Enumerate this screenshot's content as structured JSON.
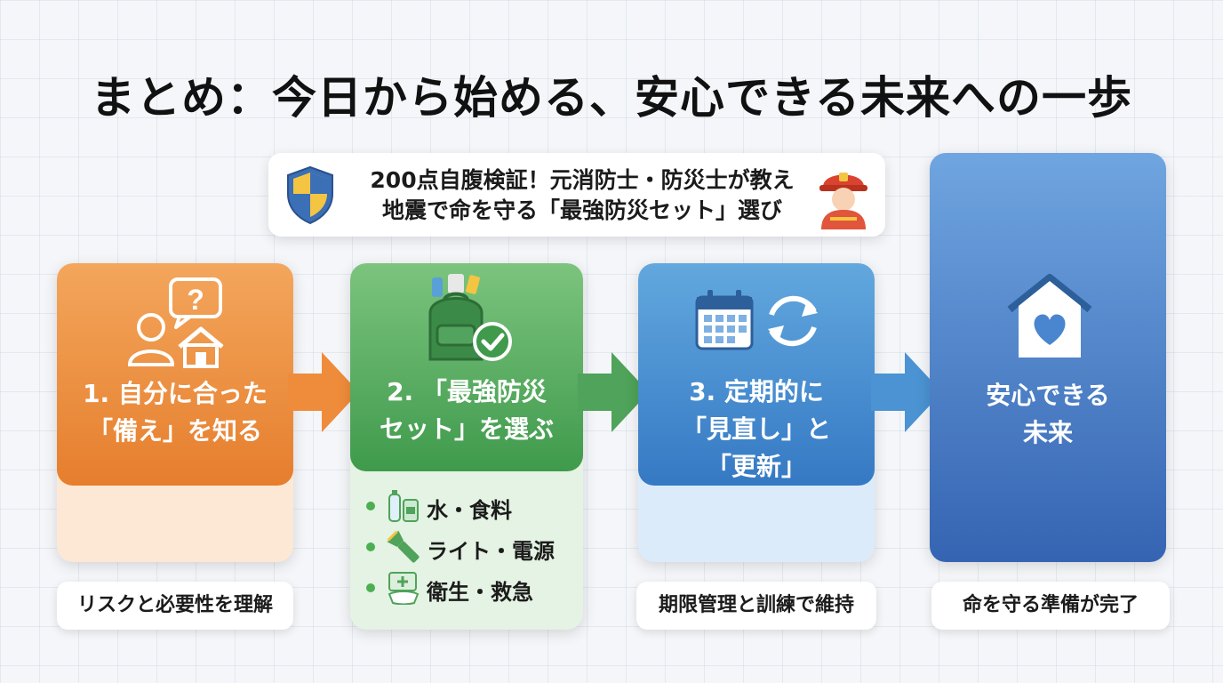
{
  "title": "まとめ：今日から始める、安心できる未来への一歩",
  "badge": {
    "line1": "200点自腹検証！元消防士・防災士が教え",
    "line2": "地震で命を守る「最強防災セット」選び",
    "left_icon": "shield-icon",
    "right_icon": "firefighter-icon"
  },
  "steps": [
    {
      "line1": "1. 自分に合った",
      "line2": "「備え」を知る",
      "caption": "リスクと必要性を理解",
      "icon": "person-question-house-icon",
      "color": "#e98a3c"
    },
    {
      "line1": "2. 「最強防災",
      "line2": "セット」を選ぶ",
      "icon": "backpack-check-icon",
      "color": "#4fa35a",
      "items": [
        {
          "label": "水・食料",
          "icon": "water-food-icon"
        },
        {
          "label": "ライト・電源",
          "icon": "flashlight-icon"
        },
        {
          "label": "衛生・救急",
          "icon": "first-aid-mask-icon"
        }
      ]
    },
    {
      "line1": "3. 定期的に",
      "line2": "「見直し」と",
      "line3": "「更新」",
      "caption": "期限管理と訓練で維持",
      "icon": "calendar-refresh-icon",
      "color": "#3e8cce"
    },
    {
      "line1": "安心できる",
      "line2": "未来",
      "caption": "命を守る準備が完了",
      "icon": "house-heart-icon",
      "color": "#3b70bc"
    }
  ]
}
